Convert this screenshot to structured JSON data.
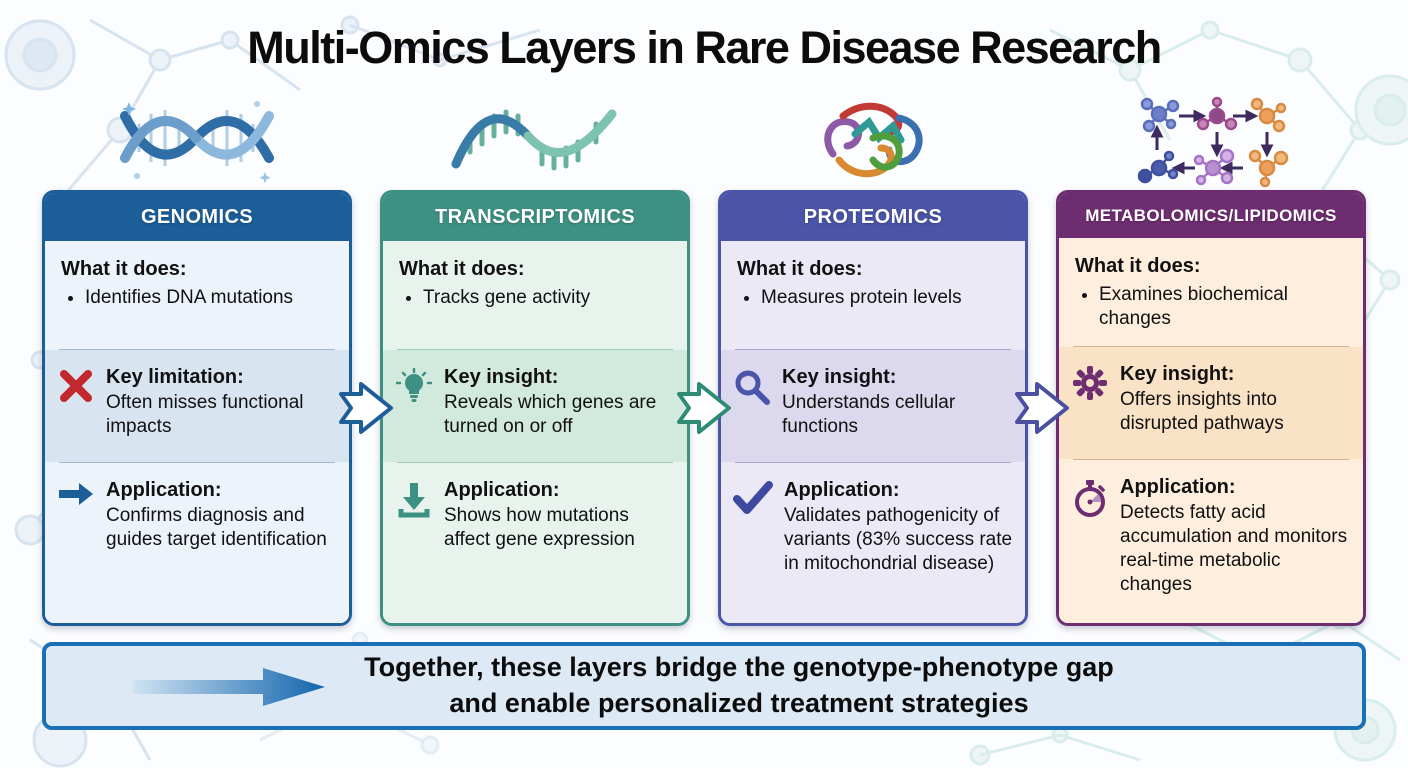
{
  "title": "Multi-Omics Layers in Rare Disease Research",
  "columns": [
    {
      "name": "GENOMICS",
      "top_icon": "dna-helix-icon",
      "colors": {
        "header": "#1b5e99",
        "body": "#edf3fa",
        "band": "#d9e4f1"
      },
      "what": {
        "heading": "What it does:",
        "bullet": "Identifies DNA mutations"
      },
      "key": {
        "heading": "Key limitation:",
        "text": "Often misses functional impacts",
        "icon": "red-x-icon",
        "icon_color": "#c3282f"
      },
      "app": {
        "heading": "Application:",
        "text": "Confirms diagnosis and guides target identification",
        "icon": "arrow-right-icon",
        "icon_color": "#1b5e99"
      }
    },
    {
      "name": "TRANSCRIPTOMICS",
      "top_icon": "rna-strand-icon",
      "colors": {
        "header": "#3d9183",
        "body": "#e7f3ec",
        "band": "#d2e9dd"
      },
      "what": {
        "heading": "What it does:",
        "bullet": "Tracks gene activity"
      },
      "key": {
        "heading": "Key insight:",
        "text": "Reveals which genes are turned on or off",
        "icon": "lightbulb-icon",
        "icon_color": "#3d9183"
      },
      "app": {
        "heading": "Application:",
        "text": "Shows how mutations affect gene expression",
        "icon": "download-icon",
        "icon_color": "#3d9183"
      }
    },
    {
      "name": "PROTEOMICS",
      "top_icon": "protein-ribbon-icon",
      "colors": {
        "header": "#4a54a8",
        "body": "#ebe9f5",
        "band": "#dcd9ee"
      },
      "what": {
        "heading": "What it does:",
        "bullet": "Measures protein levels"
      },
      "key": {
        "heading": "Key insight:",
        "text": "Understands cellular functions",
        "icon": "magnifier-icon",
        "icon_color": "#4a54a8"
      },
      "app": {
        "heading": "Application:",
        "text": "Validates pathogenicity of variants (83% success rate in mitochondrial disease)",
        "icon": "checkmark-icon",
        "icon_color": "#3f49a0"
      }
    },
    {
      "name": "METABOLOMICS/LIPIDOMICS",
      "top_icon": "metabolite-cycle-icon",
      "colors": {
        "header": "#6e2d70",
        "body": "#fdeedd",
        "band": "#fae2c6"
      },
      "what": {
        "heading": "What it does:",
        "bullet": "Examines biochemical changes"
      },
      "key": {
        "heading": "Key insight:",
        "text": "Offers insights into disrupted pathways",
        "icon": "gear-icon",
        "icon_color": "#6e2d70"
      },
      "app": {
        "heading": "Application:",
        "text": "Detects fatty acid accumulation and monitors real-time metabolic changes",
        "icon": "stopwatch-icon",
        "icon_color": "#6e2d70"
      }
    }
  ],
  "connectors": [
    {
      "between": "genomics-transcriptomics",
      "color": "#1b5e99"
    },
    {
      "between": "transcriptomics-proteomics",
      "color": "#2e8b74"
    },
    {
      "between": "proteomics-metabolomics",
      "color": "#4a4fa0"
    }
  ],
  "banner": {
    "line1": "Together, these layers bridge the genotype-phenotype gap",
    "line2": "and enable personalized treatment strategies",
    "border_color": "#1a6fb5",
    "arrow_color": "#1265ad"
  }
}
